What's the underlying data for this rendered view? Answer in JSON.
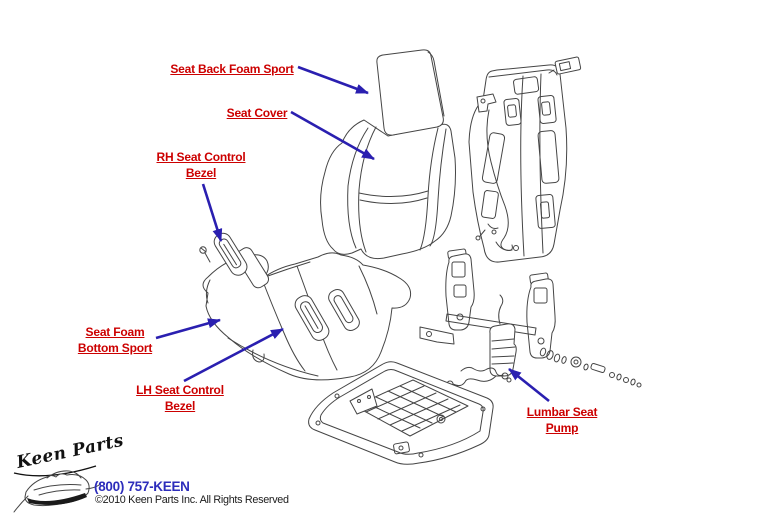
{
  "page": {
    "background": "#ffffff"
  },
  "diagram": {
    "label_color": "#cc0000",
    "arrow_color": "#2a1fb0",
    "line_color": "#454545",
    "labels": [
      {
        "name": "seat-back-foam-sport",
        "line1": "Seat Back Foam Sport"
      },
      {
        "name": "seat-cover",
        "line1": "Seat Cover"
      },
      {
        "name": "rh-seat-control-bezel",
        "line1": "RH Seat Control",
        "line2": "Bezel"
      },
      {
        "name": "seat-foam-bottom-sport",
        "line1": "Seat Foam",
        "line2": "Bottom Sport"
      },
      {
        "name": "lh-seat-control-bezel",
        "line1": "LH Seat Control",
        "line2": "Bezel"
      },
      {
        "name": "lumbar-seat-pump",
        "line1": "Lumbar Seat",
        "line2": "Pump"
      }
    ]
  },
  "footer": {
    "logo_text": "Keen Parts",
    "phone": "(800) 757-KEEN",
    "phone_color": "#2d2dbb",
    "copyright": "©2010 Keen Parts Inc. All Rights Reserved"
  }
}
